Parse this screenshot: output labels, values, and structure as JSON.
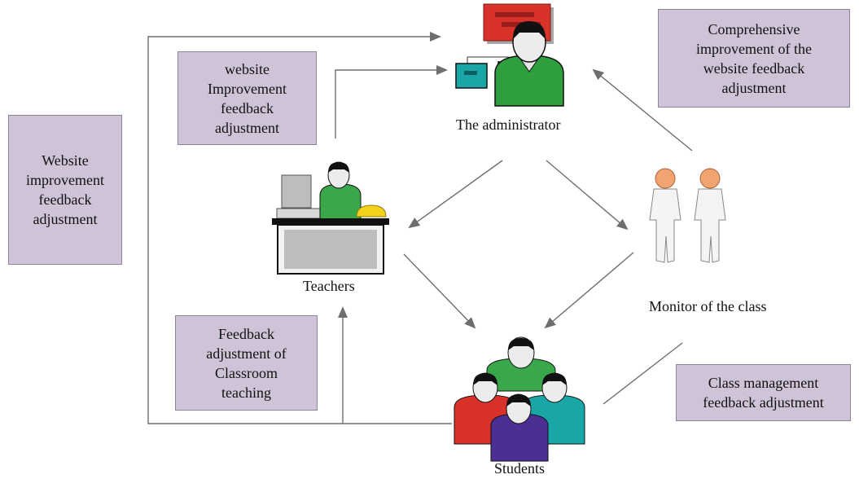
{
  "boxes": {
    "website_improvement_left": "Website\nimprovement\nfeedback\nadjustment",
    "website_improvement_top": "website\nImprovement\nfeedback\nadjustment",
    "comprehensive": "Comprehensive\nimprovement of the\nwebsite feedback\nadjustment",
    "classroom_teaching": "Feedback\nadjustment of\nClassroom\nteaching",
    "class_management": "Class management\nfeedback adjustment"
  },
  "nodes": {
    "administrator": "The administrator",
    "teachers": "Teachers",
    "monitor": "Monitor of the class",
    "students": "Students"
  },
  "colors": {
    "box_fill": "#cfc3d8",
    "arrow": "#6e6e6e",
    "admin_shirt": "#2e9e3e",
    "teacher_shirt": "#3aa84a",
    "student_red": "#d9322a",
    "student_teal": "#1aa6a6",
    "student_purple": "#4b2f92",
    "monitor_head": "#f2a470"
  }
}
